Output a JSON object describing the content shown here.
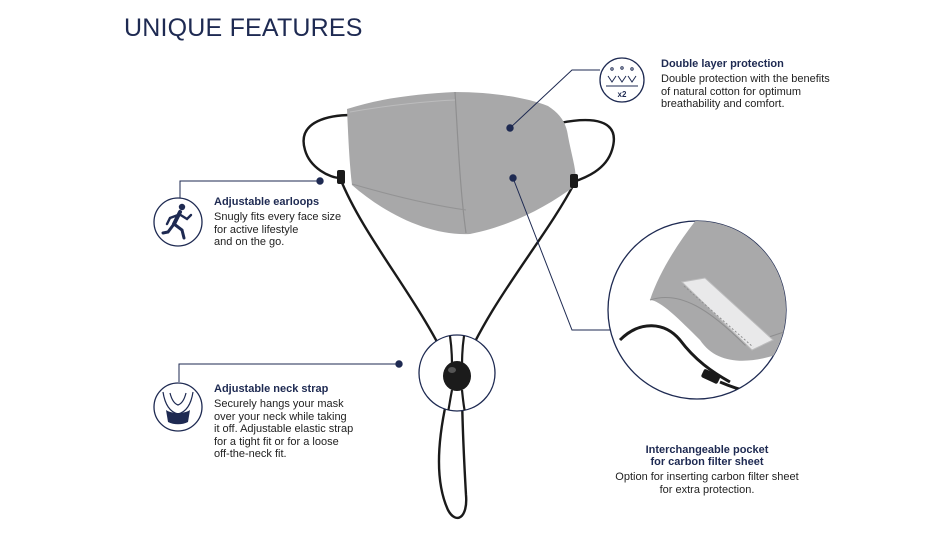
{
  "page": {
    "title": "UNIQUE FEATURES"
  },
  "features": {
    "double_layer": {
      "title": "Double layer protection",
      "description": "Double protection with the benefits\nof natural cotton for optimum\nbreathability and comfort.",
      "icon": "double-layer-icon",
      "icon_badge": "x2"
    },
    "earloops": {
      "title": "Adjustable earloops",
      "description": "Snugly fits every face size\nfor active lifestyle\nand on the go.",
      "icon": "runner-icon"
    },
    "neck_strap": {
      "title": "Adjustable neck strap",
      "description": "Securely hangs your mask\nover your neck while taking\nit off. Adjustable elastic strap\nfor a tight fit or for a loose\noff-the-neck fit.",
      "icon": "neck-strap-icon"
    },
    "filter_pocket": {
      "title_line1": "Interchangeable pocket",
      "title_line2": "for carbon filter sheet",
      "description": "Option for inserting carbon filter sheet\nfor extra protection."
    }
  },
  "colors": {
    "navy": "#1e2a52",
    "mask_gray": "#a9a9aa",
    "cord": "#1a1a1a"
  }
}
